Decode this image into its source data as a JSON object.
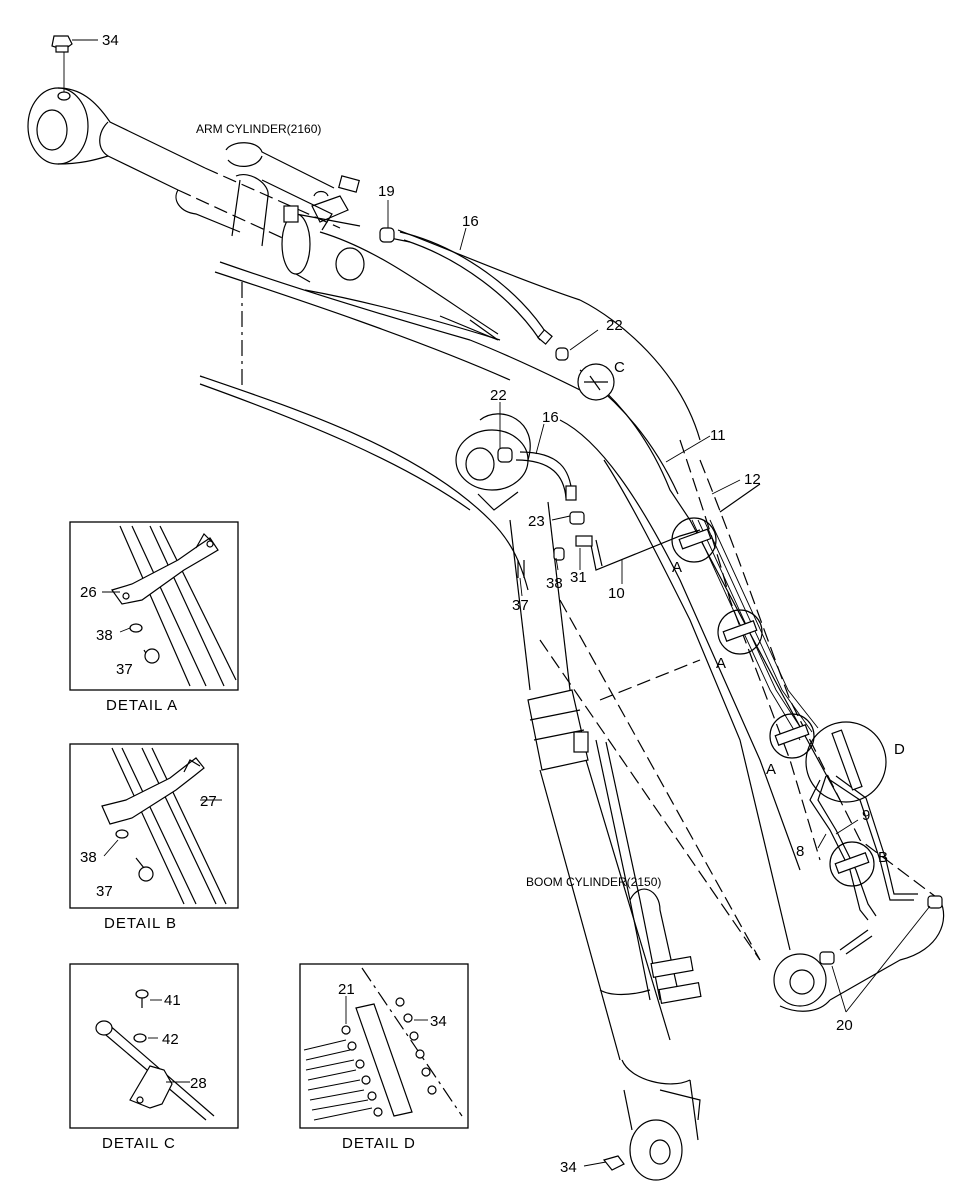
{
  "titles": {
    "arm_cylinder": "ARM CYLINDER(2160)",
    "boom_cylinder": "BOOM CYLINDER(2150)"
  },
  "part_numbers": {
    "p34_top": "34",
    "p19": "19",
    "p16_top": "16",
    "p22_top": "22",
    "p16_mid": "16",
    "p22_mid": "22",
    "p23": "23",
    "p38_main": "38",
    "p31": "31",
    "p10": "10",
    "p37_main": "37",
    "p11": "11",
    "p12": "12",
    "p9": "9",
    "p8": "8",
    "p20": "20",
    "p34_bottom": "34",
    "detA_26": "26",
    "detA_38": "38",
    "detA_37": "37",
    "detB_27": "27",
    "detB_38": "38",
    "detB_37": "37",
    "detC_41": "41",
    "detC_42": "42",
    "detC_28": "28",
    "detD_21": "21",
    "detD_34": "34"
  },
  "callouts": {
    "c_C": "C",
    "a1": "A",
    "a2": "A",
    "a3": "A",
    "d": "D",
    "b": "B"
  },
  "details": {
    "a": "DETAIL  A",
    "b": "DETAIL  B",
    "c": "DETAIL  C",
    "d": "DETAIL  D"
  }
}
